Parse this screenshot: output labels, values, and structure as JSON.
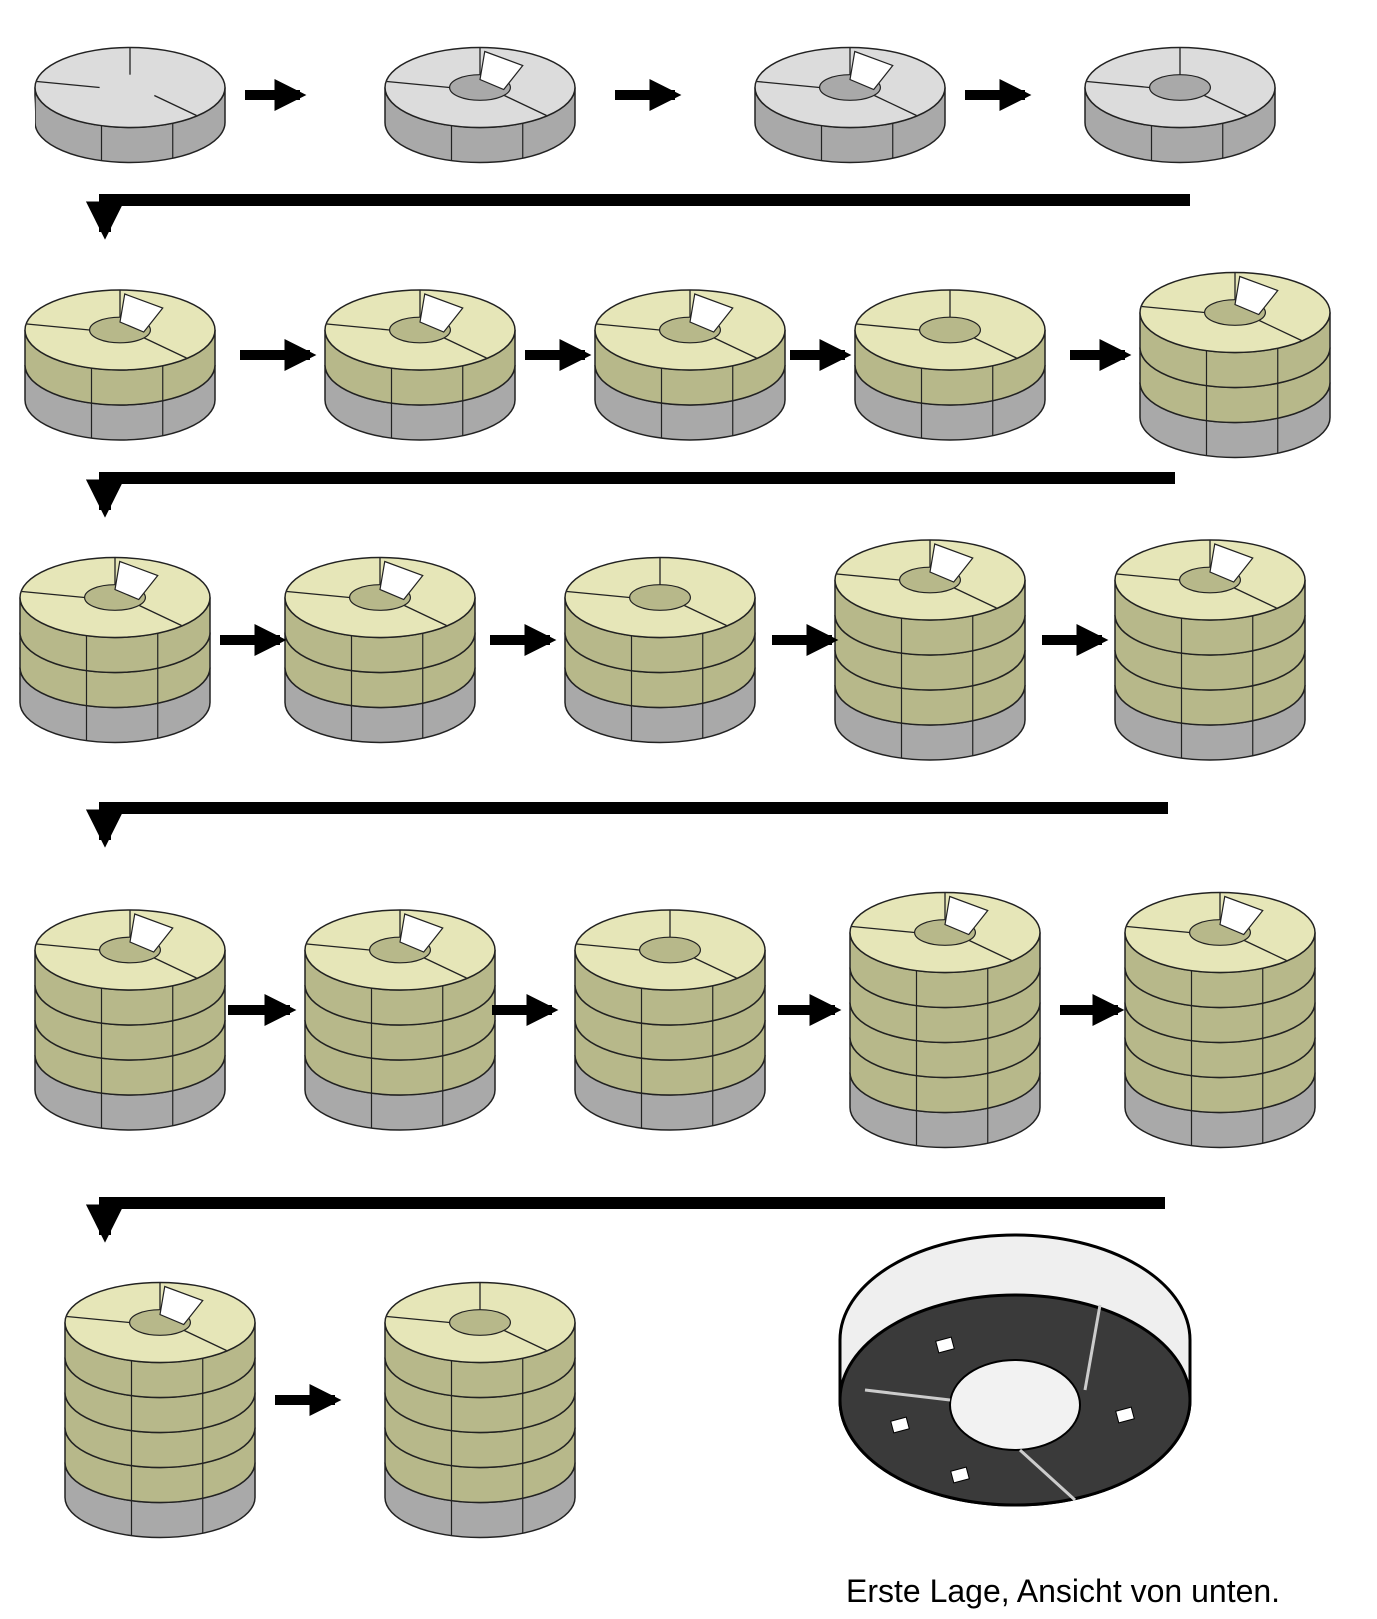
{
  "caption": "Erste Lage, Ansicht von unten.",
  "colors": {
    "grey_top": "#dcdcdc",
    "grey_side": "#a9a9a9",
    "yellow_top": "#e6e6b8",
    "yellow_side": "#b7b88a",
    "dark_bottom": "#3a3a3a",
    "arrow": "#000000"
  },
  "rows": [
    {
      "steps": [
        {
          "grey": 1,
          "yellow": 0,
          "shape": "piece"
        },
        {
          "grey": 1,
          "yellow": 0,
          "shape": "c"
        },
        {
          "grey": 1,
          "yellow": 0,
          "shape": "c"
        },
        {
          "grey": 1,
          "yellow": 0,
          "shape": "ring"
        }
      ]
    },
    {
      "steps": [
        {
          "grey": 1,
          "yellow": 1,
          "shape": "c"
        },
        {
          "grey": 1,
          "yellow": 1,
          "shape": "c"
        },
        {
          "grey": 1,
          "yellow": 1,
          "shape": "c"
        },
        {
          "grey": 1,
          "yellow": 1,
          "shape": "ring"
        },
        {
          "grey": 1,
          "yellow": 2,
          "shape": "c"
        }
      ]
    },
    {
      "steps": [
        {
          "grey": 1,
          "yellow": 2,
          "shape": "c"
        },
        {
          "grey": 1,
          "yellow": 2,
          "shape": "c"
        },
        {
          "grey": 1,
          "yellow": 2,
          "shape": "ring"
        },
        {
          "grey": 1,
          "yellow": 3,
          "shape": "c"
        },
        {
          "grey": 1,
          "yellow": 3,
          "shape": "c"
        }
      ]
    },
    {
      "steps": [
        {
          "grey": 1,
          "yellow": 3,
          "shape": "c"
        },
        {
          "grey": 1,
          "yellow": 3,
          "shape": "c"
        },
        {
          "grey": 1,
          "yellow": 3,
          "shape": "ring"
        },
        {
          "grey": 1,
          "yellow": 4,
          "shape": "c"
        },
        {
          "grey": 1,
          "yellow": 4,
          "shape": "c"
        }
      ]
    },
    {
      "steps": [
        {
          "grey": 1,
          "yellow": 4,
          "shape": "c"
        },
        {
          "grey": 1,
          "yellow": 4,
          "shape": "ring"
        }
      ]
    }
  ],
  "bottom_view": {
    "shape": "ring-underside"
  }
}
